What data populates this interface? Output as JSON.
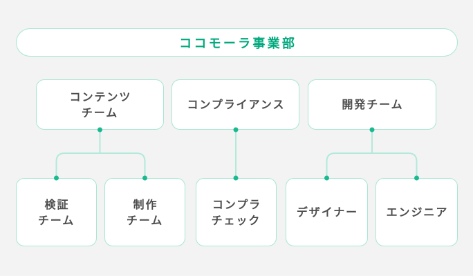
{
  "page": {
    "background": "#f3f3f4"
  },
  "colors": {
    "bg": "#f3f3f4",
    "node_bg": "#ffffff",
    "node_border": "#a7e6d3",
    "connector_line": "#b2e9da",
    "connector_dot": "#1bb98f",
    "accent_green": "#00a87d",
    "node_text": "#4d4d4d"
  },
  "org_chart": {
    "type": "org-tree",
    "root": {
      "label": "ココモーラ事業部"
    },
    "teams": [
      {
        "label": "コンテンツ\nチーム",
        "children": [
          {
            "label": "検証\nチーム"
          },
          {
            "label": "制作\nチーム"
          }
        ]
      },
      {
        "label": "コンプライアンス",
        "children": [
          {
            "label": "コンプラ\nチェック"
          }
        ]
      },
      {
        "label": "開発チーム",
        "children": [
          {
            "label": "デザイナー"
          },
          {
            "label": "エンジニア"
          }
        ]
      }
    ]
  }
}
